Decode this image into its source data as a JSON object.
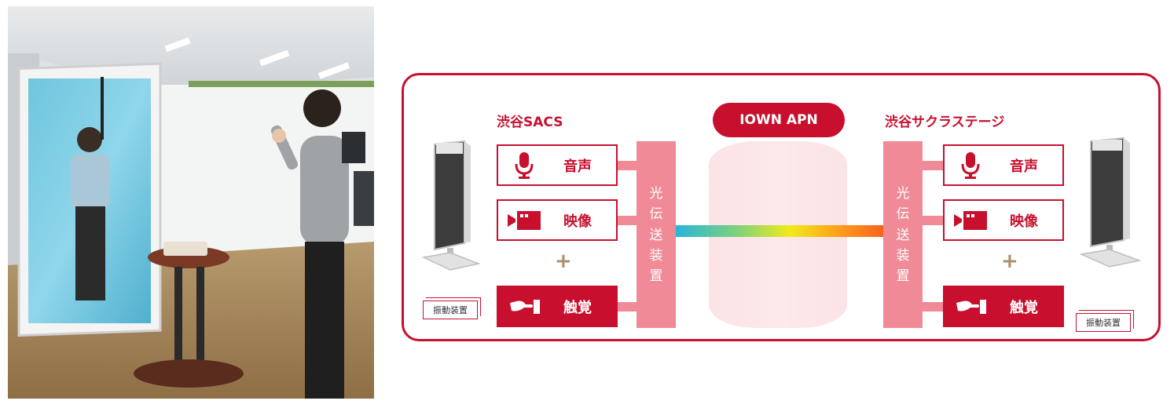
{
  "left_site": {
    "title": "渋谷SACS",
    "channels": [
      {
        "label": "音声",
        "icon": "microphone-icon"
      },
      {
        "label": "映像",
        "icon": "video-camera-icon"
      },
      {
        "label": "触覚",
        "icon": "hand-icon"
      }
    ],
    "plus": "+",
    "device_chars": [
      "光",
      "伝",
      "送",
      "装",
      "置"
    ],
    "vibration_label": "振動装置"
  },
  "network": {
    "label": "IOWN APN"
  },
  "right_site": {
    "title": "渋谷サクラステージ",
    "channels": [
      {
        "label": "音声",
        "icon": "microphone-icon"
      },
      {
        "label": "映像",
        "icon": "video-camera-icon"
      },
      {
        "label": "触覚",
        "icon": "hand-icon"
      }
    ],
    "plus": "+",
    "device_chars": [
      "光",
      "伝",
      "送",
      "装",
      "置"
    ],
    "vibration_label": "振動装置"
  },
  "colors": {
    "accent": "#c8102e",
    "device_pink": "#ef8a96",
    "cloud_pink": "#fbe3e6",
    "plus_gold": "#a7906a"
  }
}
